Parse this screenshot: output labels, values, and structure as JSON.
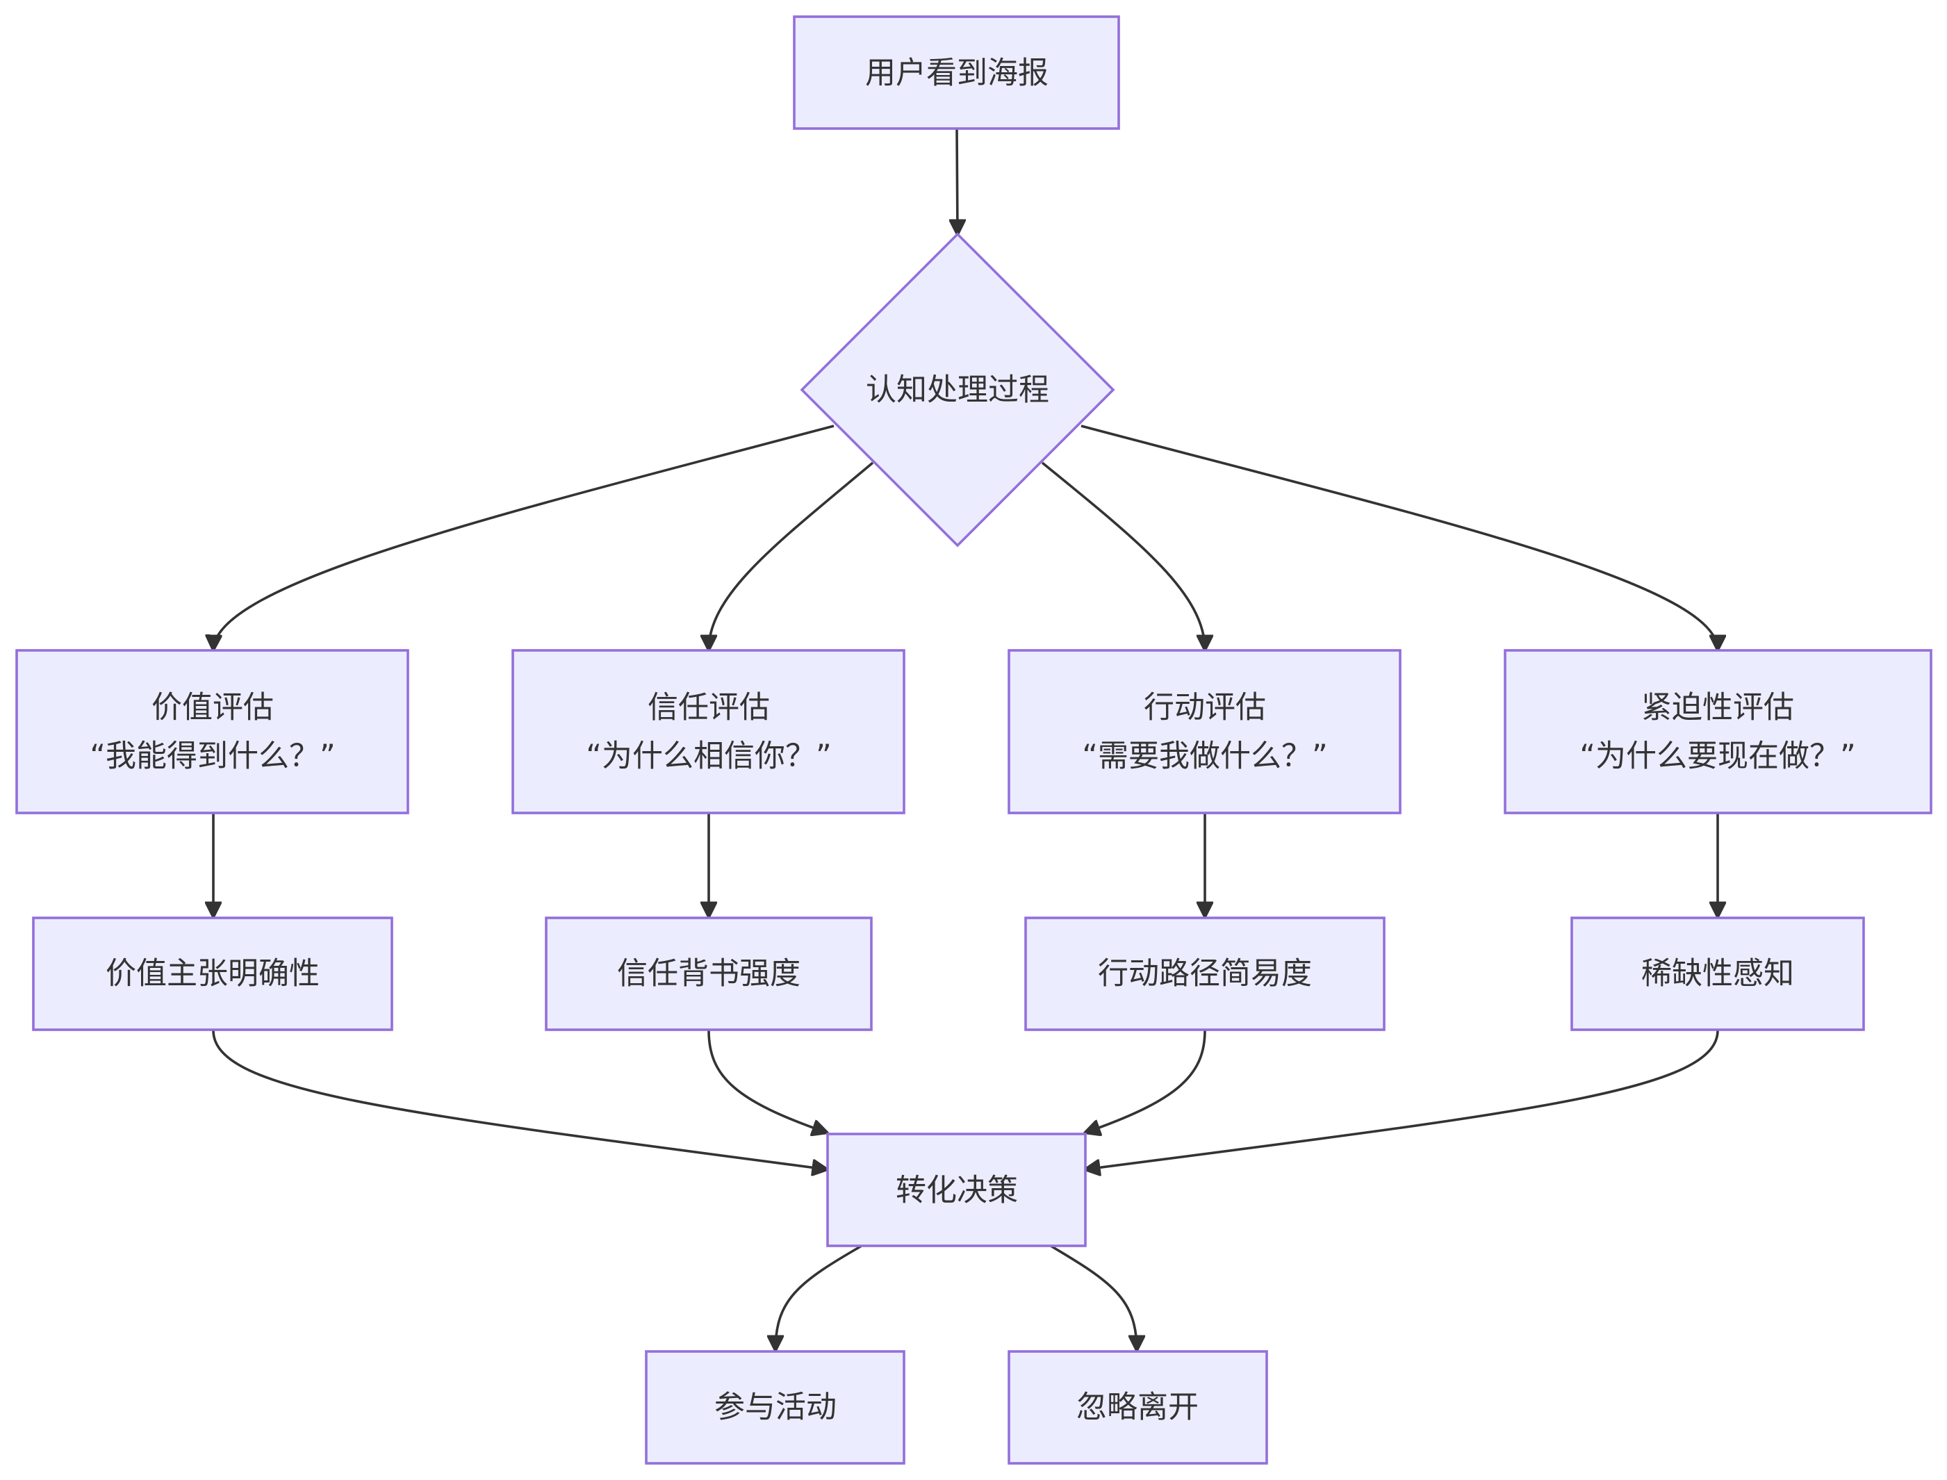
{
  "nodes": {
    "sees_poster": {
      "label": "用户看到海报"
    },
    "cognitive_processing": {
      "label": "认知处理过程"
    },
    "value_assessment": {
      "line1": "价值评估",
      "line2": "“我能得到什么？”"
    },
    "trust_assessment": {
      "line1": "信任评估",
      "line2": "“为什么相信你？”"
    },
    "action_assessment": {
      "line1": "行动评估",
      "line2": "“需要我做什么？”"
    },
    "urgency_assessment": {
      "line1": "紧迫性评估",
      "line2": "“为什么要现在做？”"
    },
    "value_clarity": {
      "label": "价值主张明确性"
    },
    "trust_strength": {
      "label": "信任背书强度"
    },
    "path_simplicity": {
      "label": "行动路径简易度"
    },
    "scarcity_perception": {
      "label": "稀缺性感知"
    },
    "conversion_decision": {
      "label": "转化决策"
    },
    "participate": {
      "label": "参与活动"
    },
    "ignore_leave": {
      "label": "忽略离开"
    }
  },
  "colors": {
    "node_fill": "#ECECFF",
    "node_stroke": "#9370DB",
    "edge": "#333333",
    "text": "#333333"
  }
}
